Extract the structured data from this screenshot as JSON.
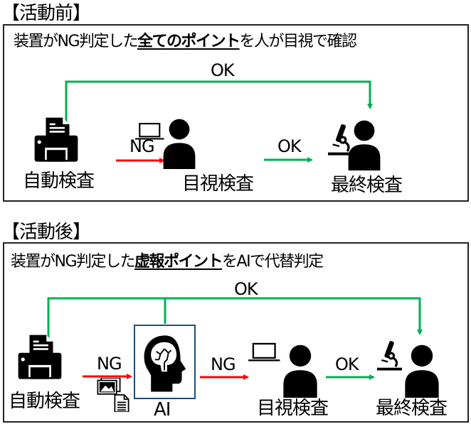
{
  "before": {
    "section_title": "【活動前】",
    "headline_pre": "装置がNG判定した",
    "headline_emph": "全てのポイント",
    "headline_post": "を人が目視で確認",
    "bypass_label": "OK",
    "stages": [
      {
        "label": "自動検査",
        "icon": "printer-icon"
      },
      {
        "label": "目視検査",
        "icon": "laptop-person-icon"
      },
      {
        "label": "最終検査",
        "icon": "microscope-person-icon"
      }
    ],
    "flows": [
      {
        "label": "NG",
        "color": "#ff0000"
      },
      {
        "label": "OK",
        "color": "#00b050"
      }
    ]
  },
  "after": {
    "section_title": "【活動後】",
    "headline_pre": "装置がNG判定した",
    "headline_emph": "虚報ポイント",
    "headline_post": "をAIで代替判定",
    "bypass_label": "OK",
    "stages": [
      {
        "label": "自動検査",
        "icon": "printer-icon"
      },
      {
        "label": "AI",
        "icon": "brain-head-icon"
      },
      {
        "label": "目視検査",
        "icon": "laptop-person-icon"
      },
      {
        "label": "最終検査",
        "icon": "microscope-person-icon"
      }
    ],
    "flows": [
      {
        "label": "NG",
        "color": "#ff0000"
      },
      {
        "label": "NG",
        "color": "#ff0000"
      },
      {
        "label": "OK",
        "color": "#00b050"
      }
    ]
  },
  "colors": {
    "ok_green": "#00b050",
    "ng_red": "#ff0000",
    "ai_border": "#1f4e79"
  }
}
